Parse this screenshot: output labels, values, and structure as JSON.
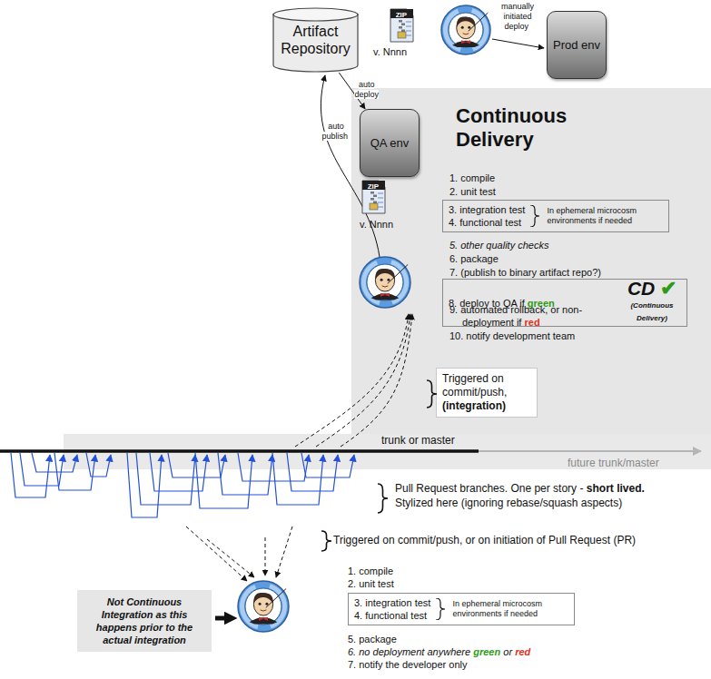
{
  "diagram": {
    "nodes": [
      {
        "text": [
          "Artifact Repository"
        ]
      },
      {
        "text": [
          "Prod env"
        ]
      },
      {
        "text": [
          "Continuous Delivery"
        ]
      },
      {
        "text": [
          "QA env"
        ],
        "in": 2
      },
      {
        "text": [
          "3. integration test",
          "4. functional test",
          "In ephemeral microcosm environments if needed"
        ],
        "in": 2
      },
      {
        "text": [
          "8. deploy to QA if",
          "green",
          "CD",
          "✔",
          "(Continuous Delivery)"
        ],
        "in": 2
      },
      {
        "text": [
          "Triggered on commit/push,",
          "(integration)"
        ],
        "in": 2
      },
      {
        "text": [
          "Not Continuous Integration as this happens prior to the actual integration"
        ]
      },
      {
        "text": [
          "3. integration test",
          "4. functional test",
          "In ephemeral microcosm environments if needed"
        ]
      }
    ],
    "edges": [
      {
        "from": 0,
        "to": 3,
        "label": "auto deploy",
        "arrow": "to"
      }
    ],
    "labels": [
      "ZIP",
      "v. Nnnn",
      "manually initiated deploy",
      "auto publish",
      "ZIP",
      "v. Nnnn",
      "1. compile",
      "2. unit test",
      "5. other quality checks",
      "6. package",
      "7. (publish to binary artifact repo?)",
      "9. automated rollback, or non-deployment if",
      "red",
      "10. notify development team",
      "trunk or master",
      "future trunk/master",
      "Pull Request branches. One per story -",
      "short lived.",
      "Stylized here (ignoring rebase/squash aspects)",
      "Triggered on commit/push, or on initiation of Pull Request (PR)",
      "1. compile",
      "2. unit test",
      "5. package",
      "6. no deployment anywhere",
      "green",
      "or",
      "red",
      "7. notify the developer only"
    ]
  }
}
